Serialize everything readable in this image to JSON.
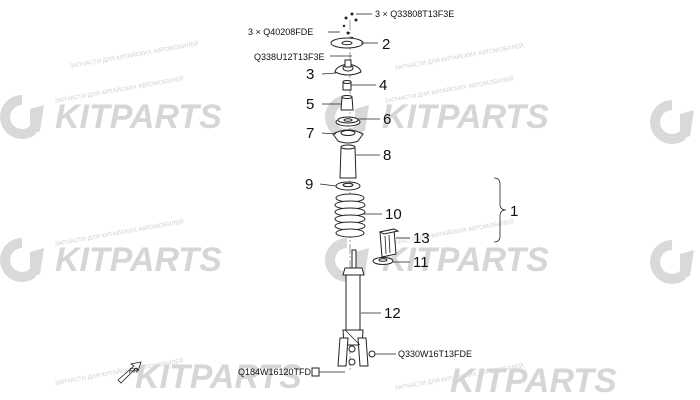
{
  "watermark": {
    "brand": "KITPARTS",
    "tagline": "ЗАПЧАСТИ ДЛЯ КИТАЙСКИХ АВТОМОБИЛЕЙ"
  },
  "callouts": [
    {
      "id": "1",
      "label": "1"
    },
    {
      "id": "2",
      "label": "2"
    },
    {
      "id": "3",
      "label": "3"
    },
    {
      "id": "4",
      "label": "4"
    },
    {
      "id": "5",
      "label": "5"
    },
    {
      "id": "6",
      "label": "6"
    },
    {
      "id": "7",
      "label": "7"
    },
    {
      "id": "8",
      "label": "8"
    },
    {
      "id": "9",
      "label": "9"
    },
    {
      "id": "10",
      "label": "10"
    },
    {
      "id": "11",
      "label": "11"
    },
    {
      "id": "12",
      "label": "12"
    },
    {
      "id": "13",
      "label": "13"
    }
  ],
  "fasteners": {
    "top_nut": "3 × Q33808T13F3E",
    "top_bolt": "3 × Q40208FDE",
    "upper_nut": "Q338U12T13F3E",
    "knuckle_nut": "Q330W16T13FDE",
    "knuckle_bolt": "Q184W16120TFD"
  },
  "direction_marker": "FR"
}
